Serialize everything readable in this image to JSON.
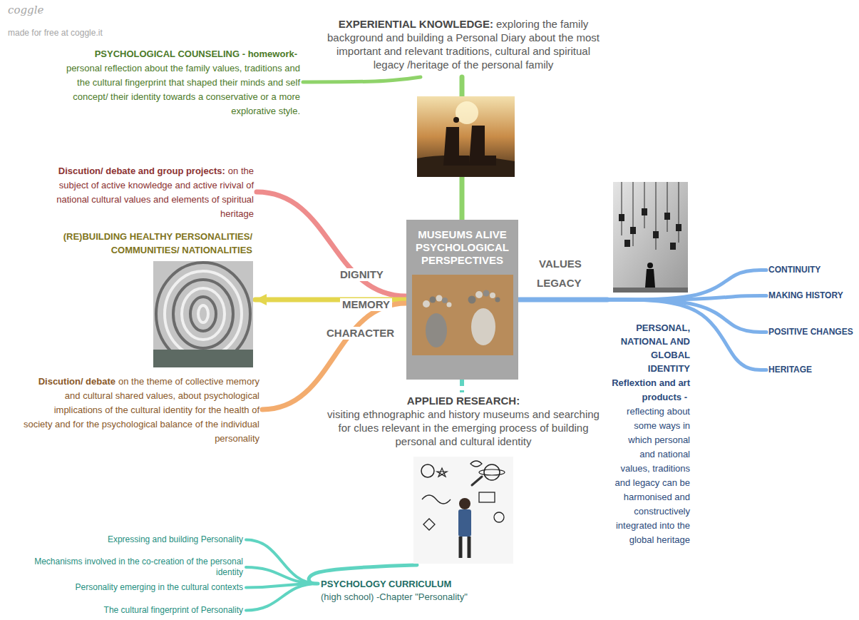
{
  "diagram": {
    "nodes": [
      {
        "text": [
          "MUSEUMS ALIVE PSYCHOLOGICAL PERSPECTIVES"
        ]
      },
      {
        "text": [
          "EXPERIENTIAL KNOWLEDGE:",
          "exploring the family background and building a Personal Diary about the most important and relevant traditions, cultural and spiritual legacy /heritage of the personal family"
        ]
      },
      {
        "text": [
          "PSYCHOLOGICAL COUNSELING - homework-",
          "personal reflection about the family values, traditions and the cultural fingerprint that shaped their minds and self concept/ their identity towards a conservative or a more explorative style."
        ]
      },
      {
        "text": [
          "Discution/ debate and group projects:",
          "on the subject of active knowledge and active rivival of national cultural values and elements of spiritual heritage"
        ]
      },
      {
        "text": [
          "(RE)BUILDING HEALTHY PERSONALITIES/ COMMUNITIES/ NATIONALITIES"
        ]
      },
      {
        "text": [
          "Discution/ debate",
          "on the theme of collective memory and cultural shared values, about psychological implications of the cultural identity for the health of society and for the psychological balance of the individual personality"
        ]
      },
      {
        "text": [
          "PERSONAL, NATIONAL AND GLOBAL IDENTITY",
          "Reflextion and art products -",
          "reflecting about some ways in which personal and national values, traditions and legacy can be harmonised and constructively integrated into the global heritage"
        ]
      },
      {
        "text": [
          "CONTINUITY"
        ]
      },
      {
        "text": [
          "MAKING HISTORY"
        ]
      },
      {
        "text": [
          "POSITIVE CHANGES"
        ]
      },
      {
        "text": [
          "HERITAGE"
        ]
      },
      {
        "text": [
          "APPLIED RESEARCH:",
          "visiting ethnographic and history museums and searching for clues relevant in the emerging process of building personal and cultural identity"
        ]
      },
      {
        "text": [
          "PSYCHOLOGY CURRICULUM",
          "(high school) -Chapter \"Personality\""
        ]
      },
      {
        "text": [
          "Expressing and building Personality"
        ]
      },
      {
        "text": [
          "Mechanisms involved in the co-creation of the personal identity"
        ]
      },
      {
        "text": [
          "Personality emerging in the cultural contexts"
        ]
      },
      {
        "text": [
          "The cultural fingerprint of Personality"
        ]
      }
    ],
    "edges": [
      {
        "from": 0,
        "to": 1,
        "arrow": "none"
      },
      {
        "from": 1,
        "to": 2,
        "arrow": "none"
      },
      {
        "from": 0,
        "to": 3,
        "arrow": "none"
      },
      {
        "from": 0,
        "to": 4,
        "arrow": "to"
      },
      {
        "from": 0,
        "to": 5,
        "arrow": "none"
      },
      {
        "from": 0,
        "to": 6,
        "arrow": "none"
      },
      {
        "from": 6,
        "to": 7,
        "arrow": "none"
      },
      {
        "from": 6,
        "to": 8,
        "arrow": "none"
      },
      {
        "from": 6,
        "to": 9,
        "arrow": "none"
      },
      {
        "from": 6,
        "to": 10,
        "arrow": "none"
      },
      {
        "from": 0,
        "to": 11,
        "arrow": "none"
      },
      {
        "from": 11,
        "to": 12,
        "arrow": "none"
      },
      {
        "from": 12,
        "to": 13,
        "arrow": "none"
      },
      {
        "from": 12,
        "to": 14,
        "arrow": "none"
      },
      {
        "from": 12,
        "to": 15,
        "arrow": "none"
      },
      {
        "from": 12,
        "to": 16,
        "arrow": "none"
      }
    ],
    "labels": [
      "coggle",
      "made for free at coggle.it",
      "DIGNITY",
      "MEMORY",
      "CHARACTER",
      "VALUES",
      "LEGACY"
    ]
  }
}
